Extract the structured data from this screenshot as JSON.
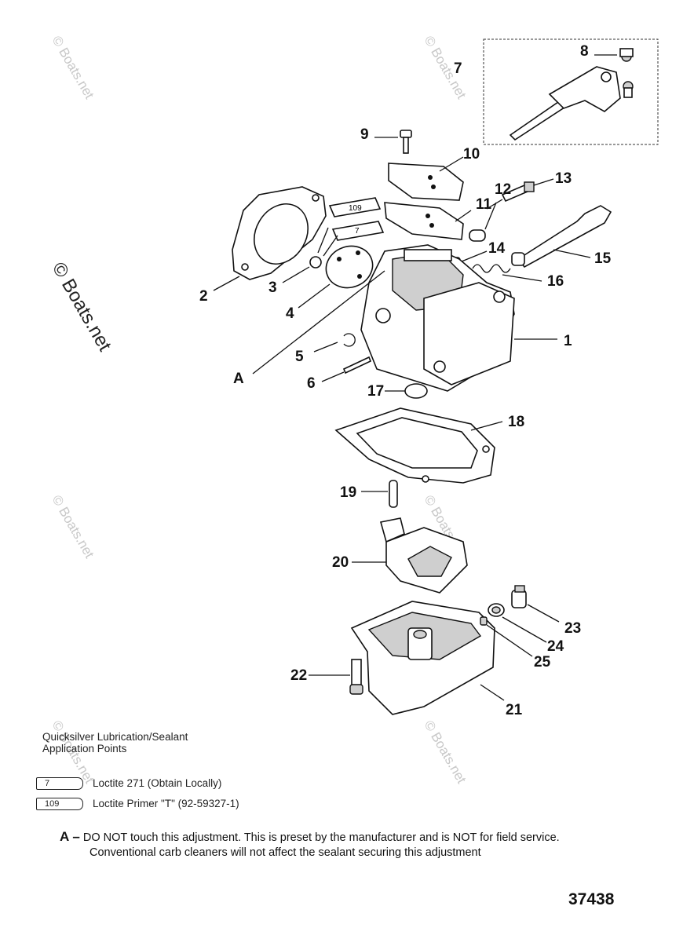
{
  "watermark": "© Boats.net",
  "callouts": [
    "1",
    "2",
    "3",
    "4",
    "5",
    "6",
    "7",
    "8",
    "9",
    "10",
    "11",
    "12",
    "13",
    "14",
    "15",
    "16",
    "17",
    "18",
    "19",
    "20",
    "21",
    "22",
    "23",
    "24",
    "25",
    "A"
  ],
  "tube_labels": [
    "109",
    "7"
  ],
  "legend": {
    "heading_line1": "Quicksilver Lubrication/Sealant",
    "heading_line2": "Application Points",
    "items": [
      {
        "tube": "7",
        "text": "Loctite 271 (Obtain Locally)"
      },
      {
        "tube": "109",
        "text": "Loctite  Primer \"T\" (92-59327-1)"
      }
    ]
  },
  "note": {
    "marker": "A –",
    "line1": "DO NOT touch this adjustment. This is preset by the manufacturer and is NOT for field service.",
    "line2": "Conventional carb cleaners will not affect the sealant securing this adjustment"
  },
  "figure_number": "37438"
}
